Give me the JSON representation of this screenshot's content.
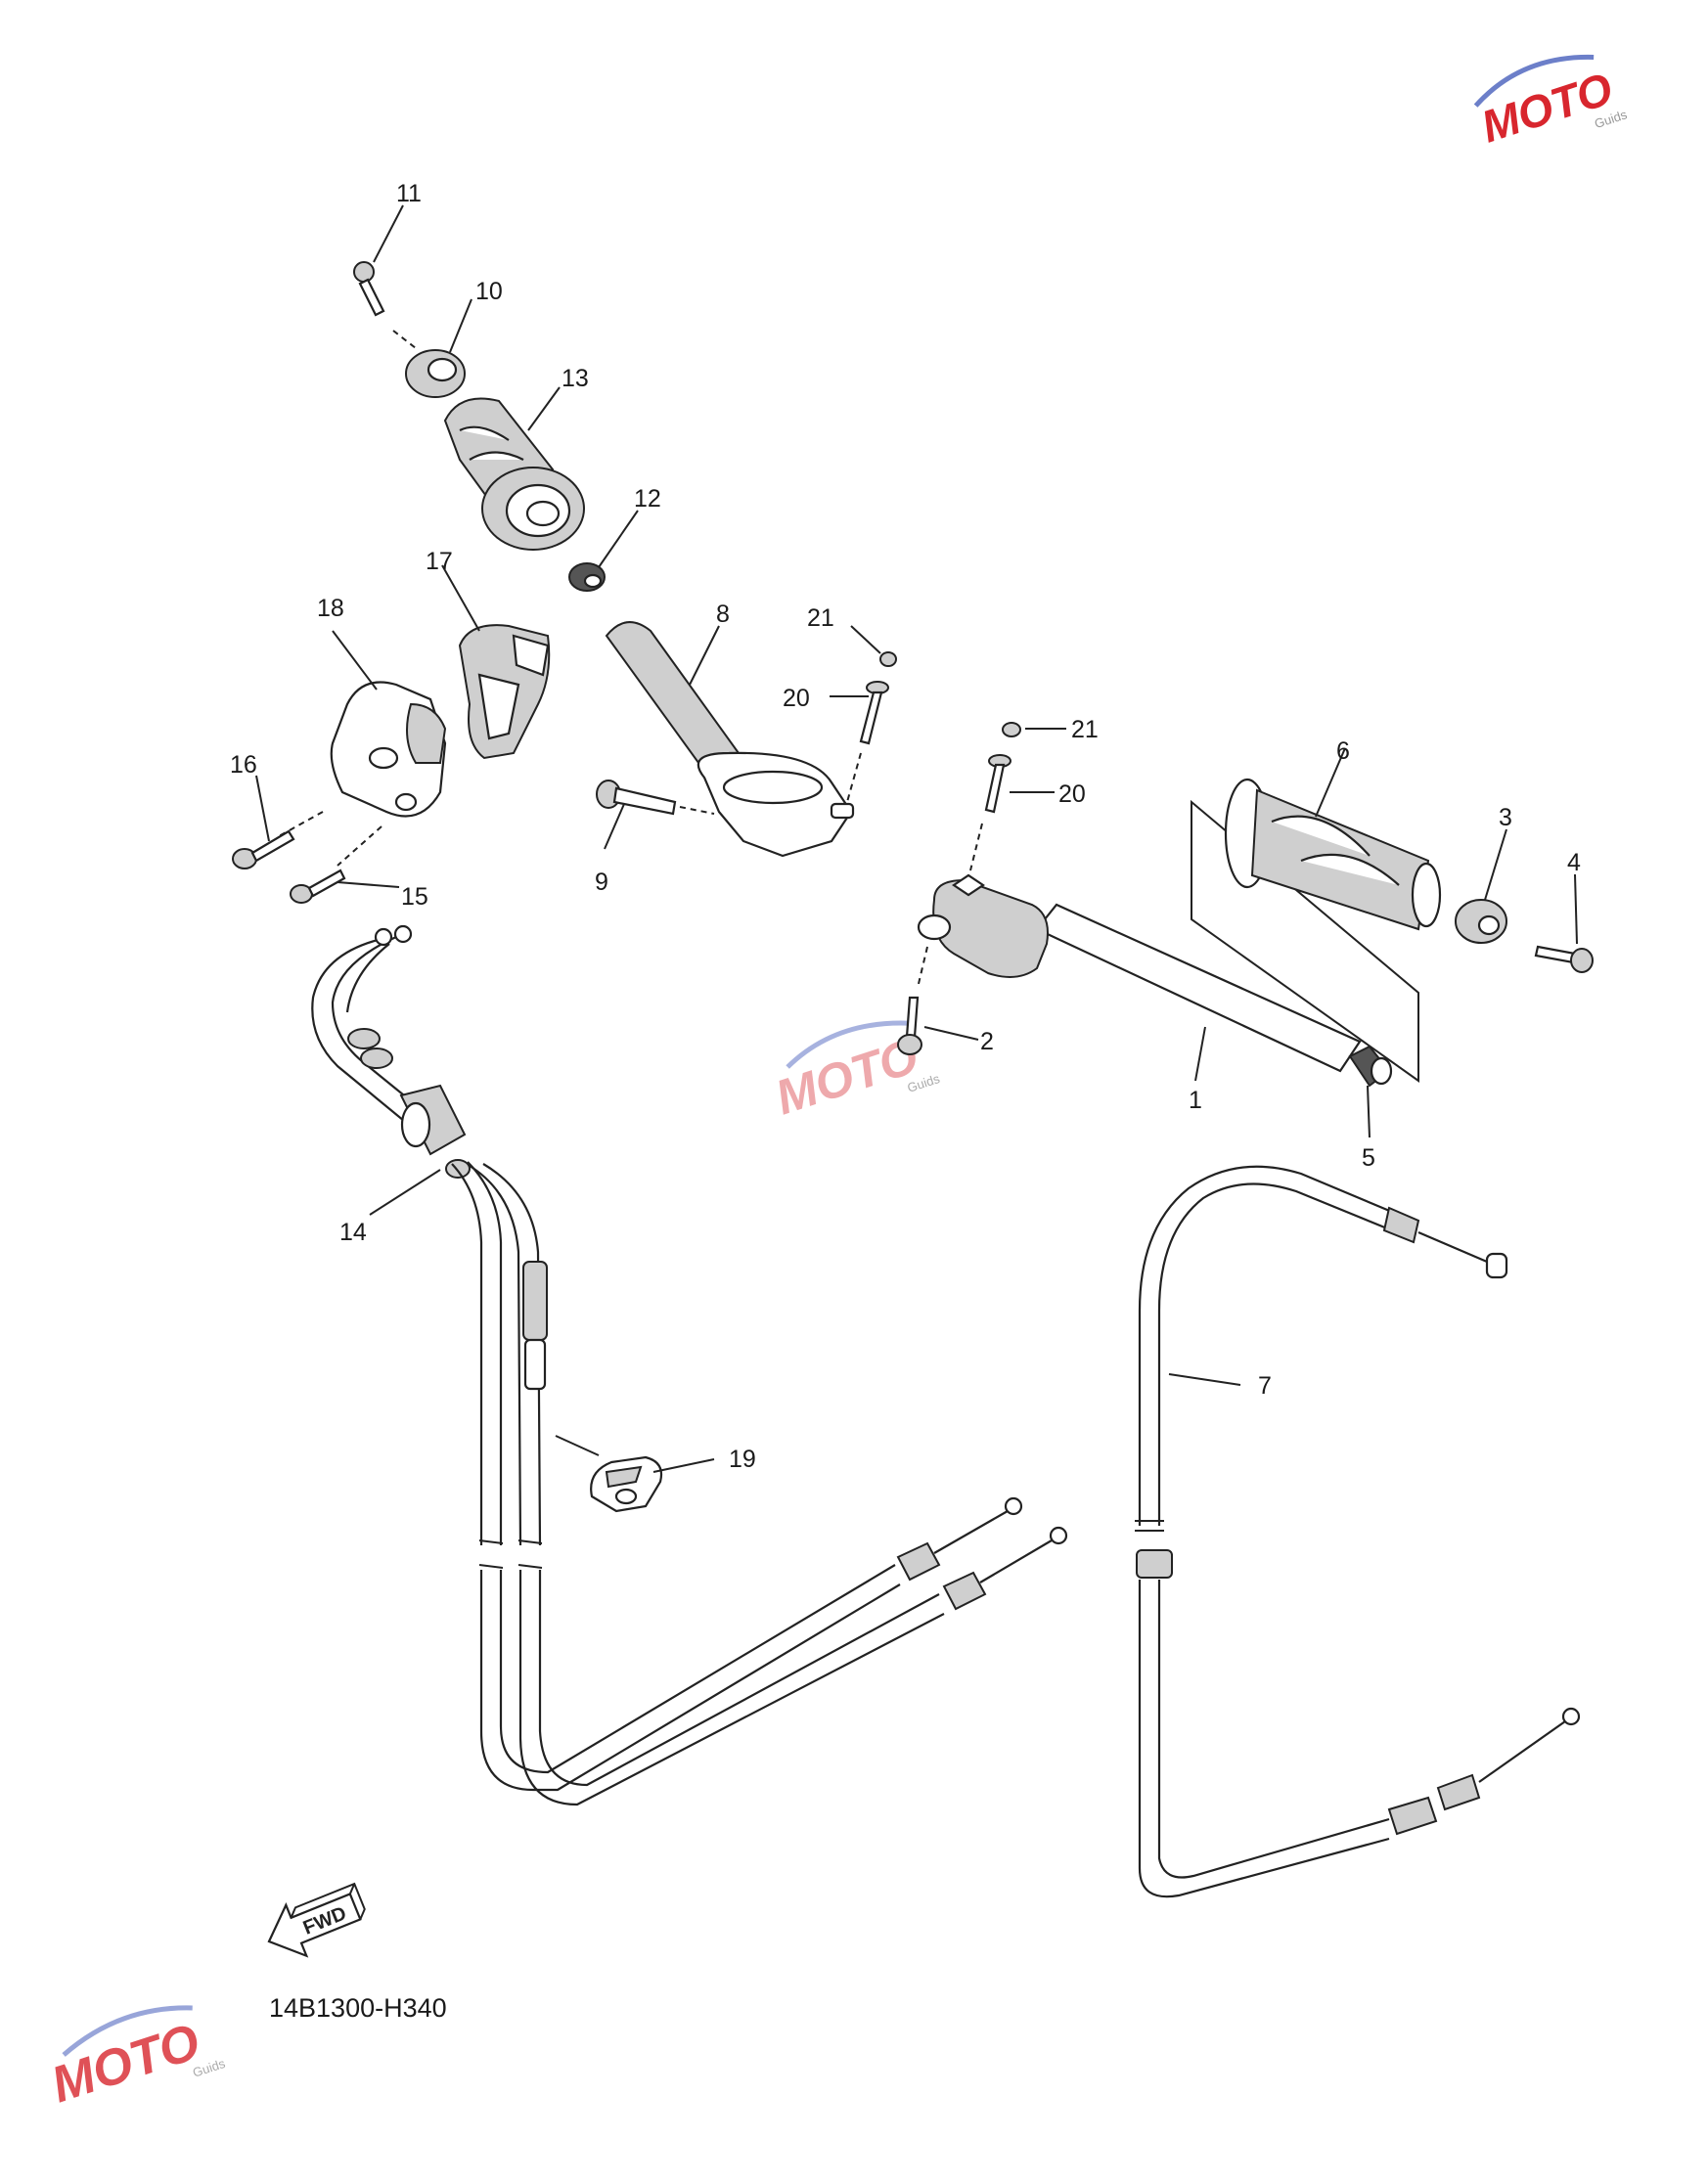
{
  "diagram_code": "14B1300-H340",
  "fwd_label": "FWD",
  "watermark": {
    "text": "MOTO",
    "small": "Guids",
    "accent_red": "#d8262e",
    "accent_blue": "#6c7fc9"
  },
  "callouts": {
    "c1": "1",
    "c2": "2",
    "c3": "3",
    "c4": "4",
    "c5": "5",
    "c6": "6",
    "c7": "7",
    "c8": "8",
    "c9": "9",
    "c10": "10",
    "c11": "11",
    "c12": "12",
    "c13": "13",
    "c14": "14",
    "c15": "15",
    "c16": "16",
    "c17": "17",
    "c18": "18",
    "c19": "19",
    "c20a": "20",
    "c20b": "20",
    "c21a": "21",
    "c21b": "21"
  }
}
